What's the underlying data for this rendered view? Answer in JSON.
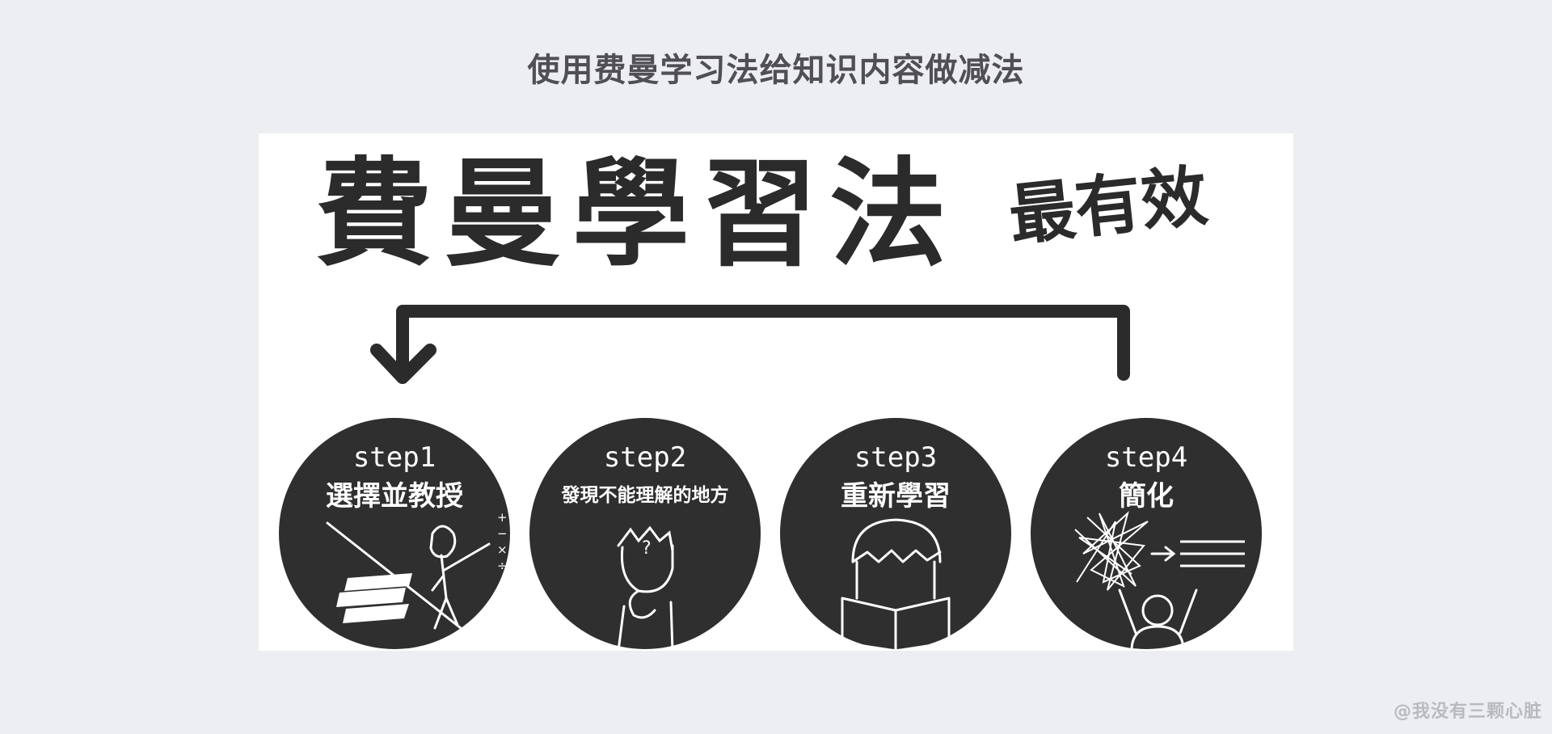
{
  "page_title": "使用费曼学习法给知识内容做减法",
  "poster": {
    "headline": "費曼學習法",
    "subheadline": "最有效",
    "steps": [
      {
        "num": "step1",
        "label": "選擇並教授"
      },
      {
        "num": "step2",
        "label": "發現不能理解的地方"
      },
      {
        "num": "step3",
        "label": "重新學習"
      },
      {
        "num": "step4",
        "label": "簡化"
      }
    ],
    "math_symbols": [
      "+",
      "−",
      "×",
      "÷"
    ]
  },
  "watermark": "@我没有三颗心脏",
  "colors": {
    "background": "#edeef2",
    "title": "#4f4f55",
    "circle": "#2f2f2f",
    "ink": "#2b2b2b",
    "watermark": "#b9bac0"
  }
}
